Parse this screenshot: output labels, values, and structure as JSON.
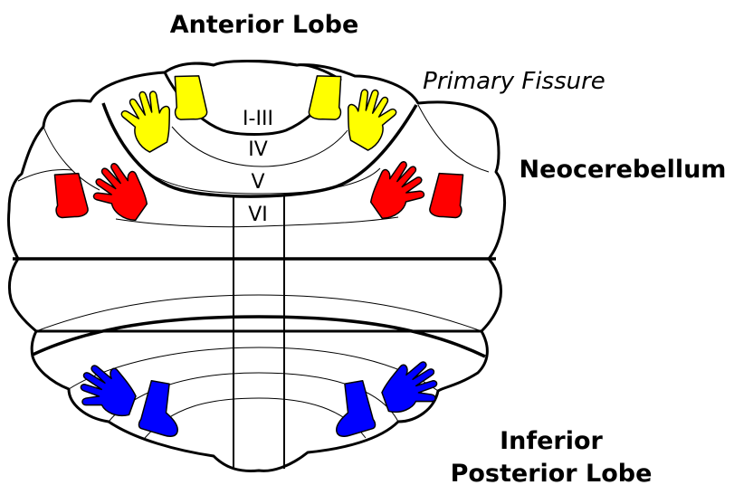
{
  "labels": {
    "anterior_lobe": "Anterior Lobe",
    "primary_fissure": "Primary Fissure",
    "neocerebellum": "Neocerebellum",
    "inferior_posterior_line1": "Inferior",
    "inferior_posterior_line2": "Posterior Lobe"
  },
  "lobules": {
    "i_iii": "I-III",
    "iv": "IV",
    "v": "V",
    "vi": "VI"
  },
  "colors": {
    "anterior_hands_feet": "#ffff00",
    "neocerebellum_hands_feet": "#ff0000",
    "posterior_hands_feet": "#0000ff",
    "outline": "#000000",
    "background": "#ffffff"
  },
  "icons": {
    "yellow_hand": "hand-icon",
    "yellow_foot": "foot-icon",
    "red_hand": "hand-icon",
    "red_foot": "foot-icon",
    "blue_hand": "hand-icon",
    "blue_foot": "foot-icon"
  }
}
